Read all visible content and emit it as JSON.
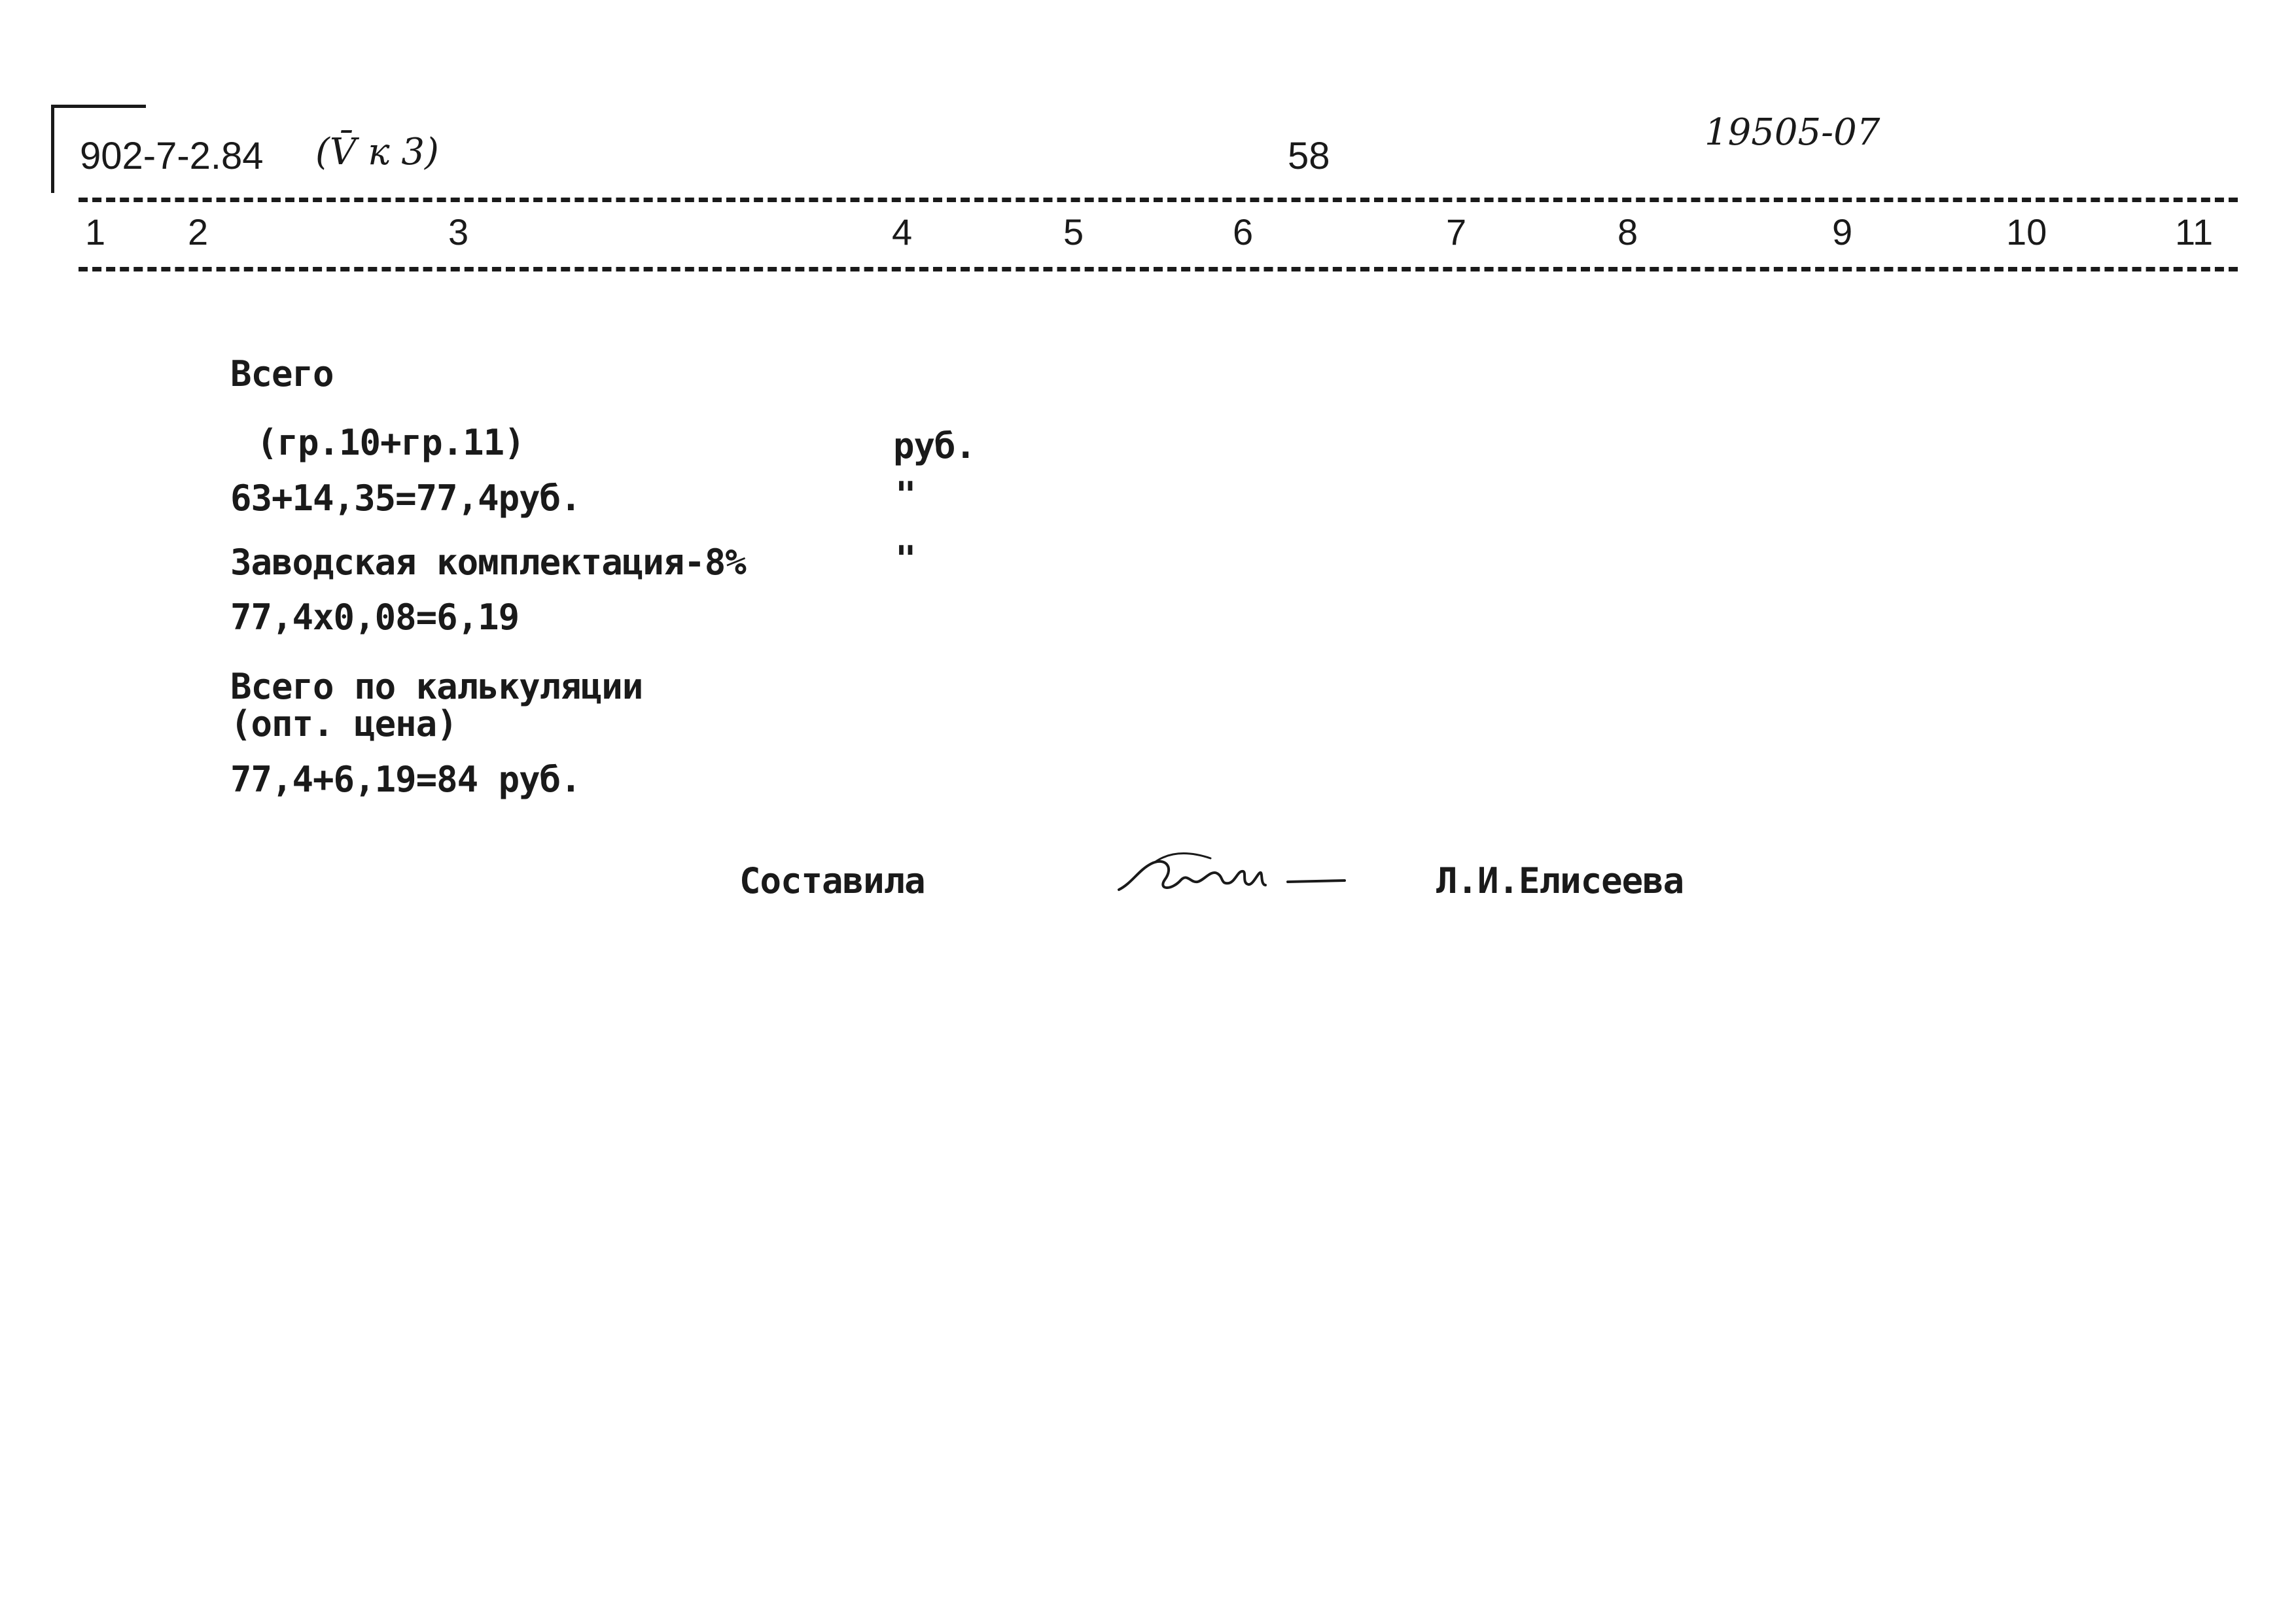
{
  "header": {
    "doc_code": "902-7-2.84",
    "volume_note": "(V̄ к 3)",
    "page_number": "58",
    "stamp_number": "19505-07"
  },
  "columns": [
    "1",
    "2",
    "3",
    "4",
    "5",
    "6",
    "7",
    "8",
    "9",
    "10",
    "11"
  ],
  "body": {
    "total_label": "Всего",
    "total_formula": "(гр.10+гр.11)",
    "total_unit": "руб.",
    "total_calc": "63+14,35=77,4руб.",
    "ditto_1": "\"",
    "factory_label": "Заводская комплектация-8%",
    "ditto_2": "\"",
    "factory_calc": "77,4x0,08=6,19",
    "calc_total_label_1": "Всего по калькуляции",
    "calc_total_label_2": "(опт. цена)",
    "calc_total_value": "77,4+6,19=84 руб."
  },
  "footer": {
    "compiled_label": "Составила",
    "compiler_name": "Л.И.Елисеева"
  }
}
